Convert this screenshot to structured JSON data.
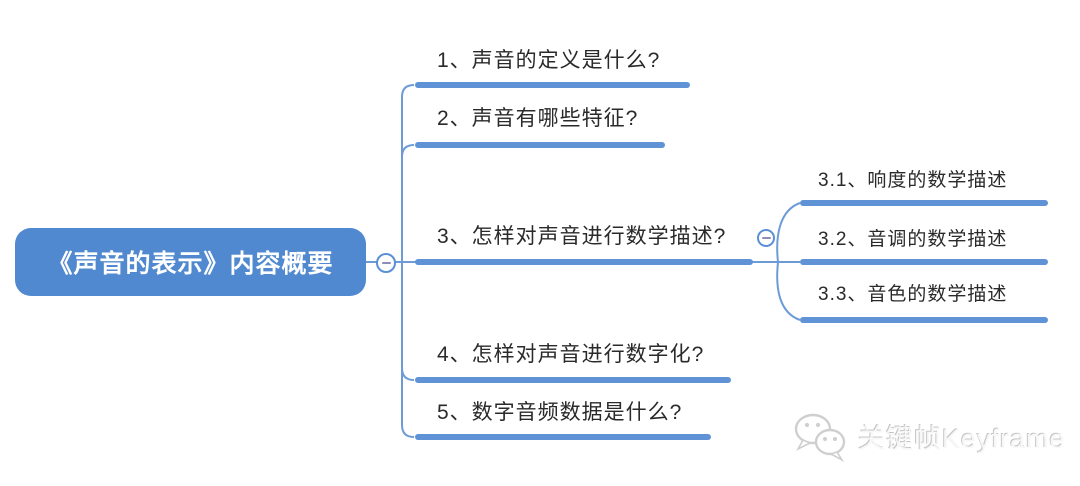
{
  "root": {
    "label": "《声音的表示》内容概要"
  },
  "branches": [
    {
      "id": "1",
      "label": "1、声音的定义是什么?"
    },
    {
      "id": "2",
      "label": "2、声音有哪些特征?"
    },
    {
      "id": "3",
      "label": "3、怎样对声音进行数学描述?",
      "children": [
        {
          "id": "3.1",
          "label": "3.1、响度的数学描述"
        },
        {
          "id": "3.2",
          "label": "3.2、音调的数学描述"
        },
        {
          "id": "3.3",
          "label": "3.3、音色的数学描述"
        }
      ]
    },
    {
      "id": "4",
      "label": "4、怎样对声音进行数字化?"
    },
    {
      "id": "5",
      "label": "5、数字音频数据是什么?"
    }
  ],
  "collapse_buttons": {
    "root": "-",
    "branch_3": "-"
  },
  "watermark": {
    "label": "关键帧Keyframe",
    "icon": "wechat-chat-bubbles-icon"
  },
  "colors": {
    "node_fill": "#5089cf",
    "node_text": "#ffffff",
    "connector_line": "#6d9bd8",
    "underline_bar": "#5f93d6",
    "collapse_stroke": "#5b8fd4",
    "collapse_minus": "#8f8bbd",
    "label_text": "#2a2a2a",
    "watermark_gray": "#c7c7c7"
  }
}
